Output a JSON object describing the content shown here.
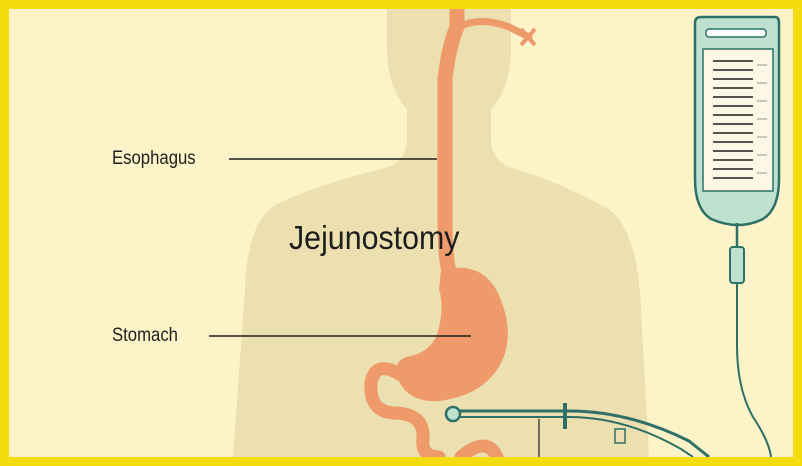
{
  "title": "Jejunostomy",
  "labels": {
    "esophagus": "Esophagus",
    "stomach": "Stomach"
  },
  "colors": {
    "border": "#f3dd0e",
    "background": "#fcf4c8",
    "body_silhouette": "#ecdfb0",
    "organ": "#ee9a6a",
    "bag": "#bfe1cf",
    "bag_stroke": "#2e6f67",
    "line": "#1e1e1e"
  },
  "icons": [
    "feeding-bag-icon",
    "feeding-tube-icon"
  ]
}
